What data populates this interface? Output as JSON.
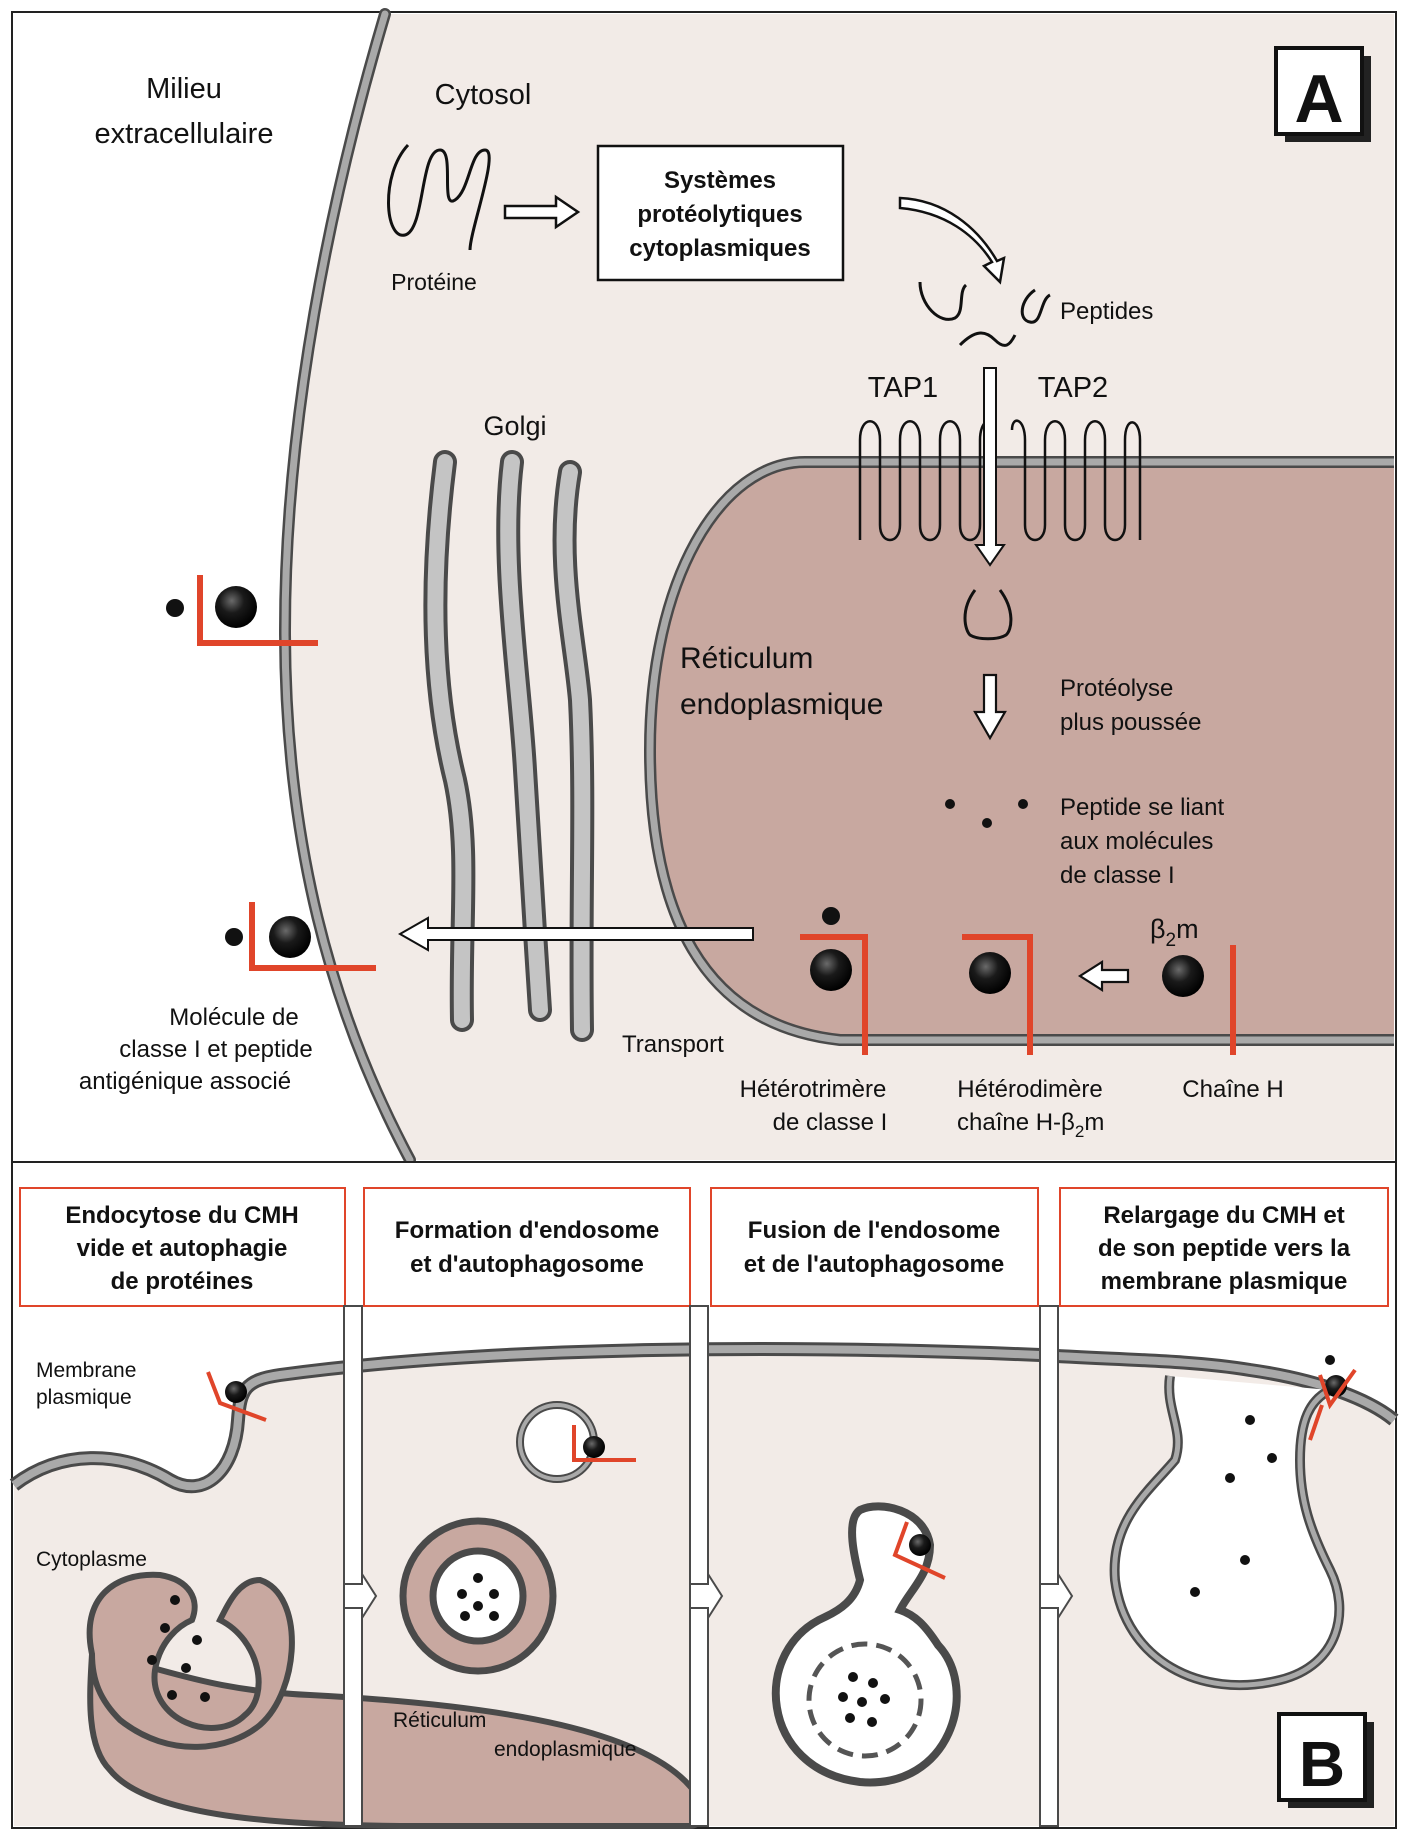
{
  "panel_a": {
    "letter": "A",
    "milieu": [
      "Milieu",
      "extracellulaire"
    ],
    "cytosol": "Cytosol",
    "proteine": "Protéine",
    "systemes": [
      "Systèmes",
      "protéolytiques",
      "cytoplasmiques"
    ],
    "peptides": "Peptides",
    "tap1": "TAP1",
    "tap2": "TAP2",
    "golgi": "Golgi",
    "reticulum": [
      "Réticulum",
      "endoplasmique"
    ],
    "proteolyse": [
      "Protéolyse",
      "plus poussée"
    ],
    "peptide_liant": [
      "Peptide se liant",
      "aux molécules",
      "de classe I"
    ],
    "b2m_beta": "β",
    "b2m_sub": "2",
    "b2m_m": "m",
    "molecule": [
      "Molécule de",
      "classe I et peptide",
      "antigénique associé"
    ],
    "transport": "Transport",
    "heterotrimere": [
      "Hétérotrimère",
      "de classe I"
    ],
    "heterodimere_1": "Hétérodimère",
    "heterodimere_2a": "chaîne H-β",
    "heterodimere_2sub": "2",
    "heterodimere_2m": "m",
    "chaine_h": "Chaîne H"
  },
  "panel_b": {
    "letter": "B",
    "steps": [
      [
        "Endocytose du CMH",
        "vide et autophagie",
        "de protéines"
      ],
      [
        "Formation d'endosome",
        "et d'autophagosome"
      ],
      [
        "Fusion de l'endosome",
        "et de l'autophagosome"
      ],
      [
        "Relargage du CMH et",
        "de son peptide vers la",
        "membrane plasmique"
      ]
    ],
    "membrane": [
      "Membrane",
      "plasmique"
    ],
    "cytoplasme": "Cytoplasme",
    "reticulum": "Réticulum",
    "endoplasmique": "endoplasmique"
  },
  "colors": {
    "cytosol": "#f2ebe7",
    "er": "#c8a8a0",
    "membrane": "#a9a9a9",
    "mhc": "#e0452a",
    "dark": "#1a1a1a"
  }
}
